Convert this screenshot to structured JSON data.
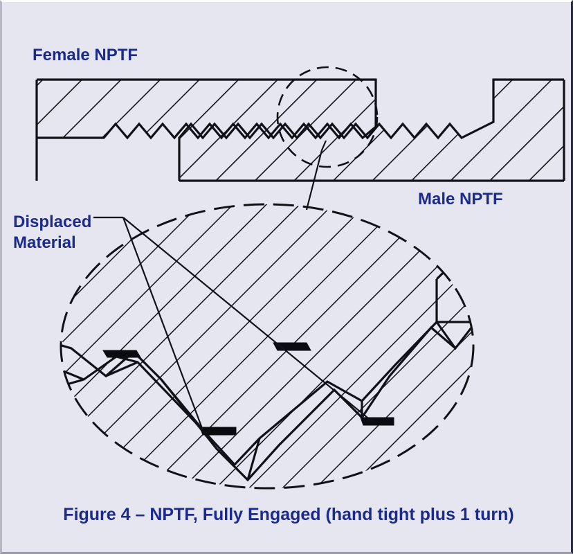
{
  "figure": {
    "background_color": "#e6e6f0",
    "ink_color": "#111118",
    "label_color": "#1c2a8c",
    "caption": "Figure 4 – NPTF, Fully Engaged (hand tight plus 1 turn)",
    "labels": {
      "female": "Female NPTF",
      "male": "Male NPTF",
      "displaced_line1": "Displaced",
      "displaced_line2": "Material"
    },
    "annotations": {
      "detail_callout": "detail-circle",
      "detail_view": "magnified-ellipse",
      "displaced_material_markers": 4
    }
  }
}
